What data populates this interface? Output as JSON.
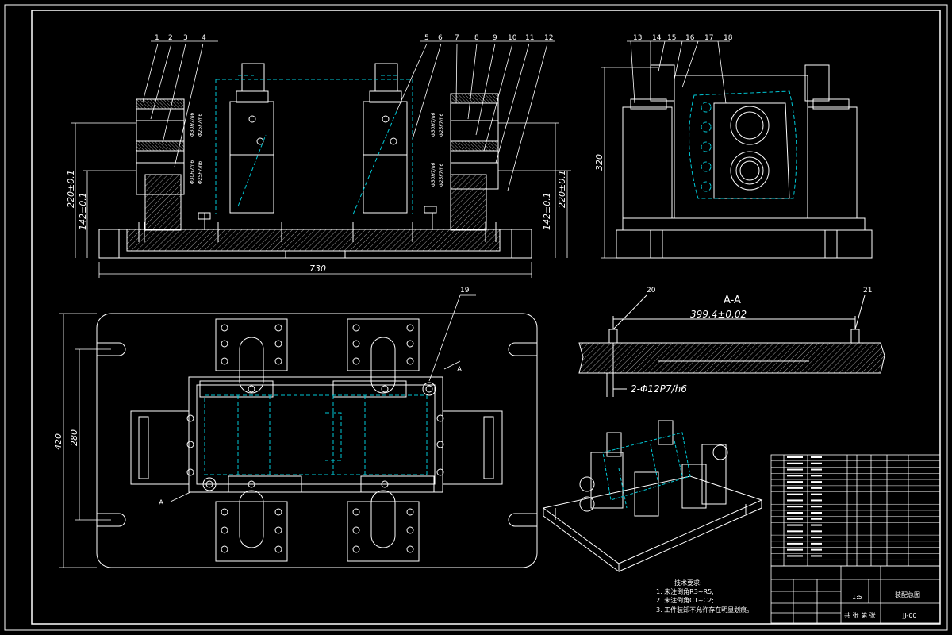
{
  "sheet": {
    "colors": {
      "background": "#000000",
      "line": "#ffffff",
      "hidden": "#00c8d6",
      "label": "#ffffff"
    }
  },
  "front_view": {
    "balloons": [
      "1",
      "2",
      "3",
      "4",
      "5",
      "6",
      "7",
      "8",
      "9",
      "10",
      "11",
      "12"
    ],
    "dims": {
      "width": "730",
      "left_h1": "220±0.1",
      "left_h2": "142±0.1",
      "right_h1": "220±0.1",
      "right_h2": "142±0.1"
    },
    "fits": [
      "Φ30H7/n6",
      "Φ25F7/h6",
      "Φ30H7/n6",
      "Φ25F7/h6",
      "Φ30H7/n6",
      "Φ25F7/h6",
      "Φ30H7/n6",
      "Φ25F7/h6"
    ]
  },
  "side_view": {
    "balloons": [
      "13",
      "14",
      "15",
      "16",
      "17",
      "18"
    ],
    "dims": {
      "height": "320"
    }
  },
  "top_view": {
    "balloons": [
      "19"
    ],
    "dims": {
      "outer": "420",
      "inner": "280"
    },
    "section_marks": [
      "A",
      "A"
    ]
  },
  "section_view": {
    "title": "A-A",
    "balloons": [
      "20",
      "21"
    ],
    "dims": {
      "span": "399.4±0.02",
      "pins": "2-Φ12P7/h6"
    }
  },
  "notes": {
    "heading": "技术要求:",
    "items": [
      "1. 未注倒角R3~R5;",
      "2. 未注倒角C1~C2;",
      "3. 工件装卸不允许存在明显划痕。"
    ]
  },
  "title_block": {
    "part_name": "装配总图",
    "drawing_no": "JJ-00",
    "scale": "1:5",
    "sheet_label": "共 张 第 张",
    "bom_rows": 17
  }
}
